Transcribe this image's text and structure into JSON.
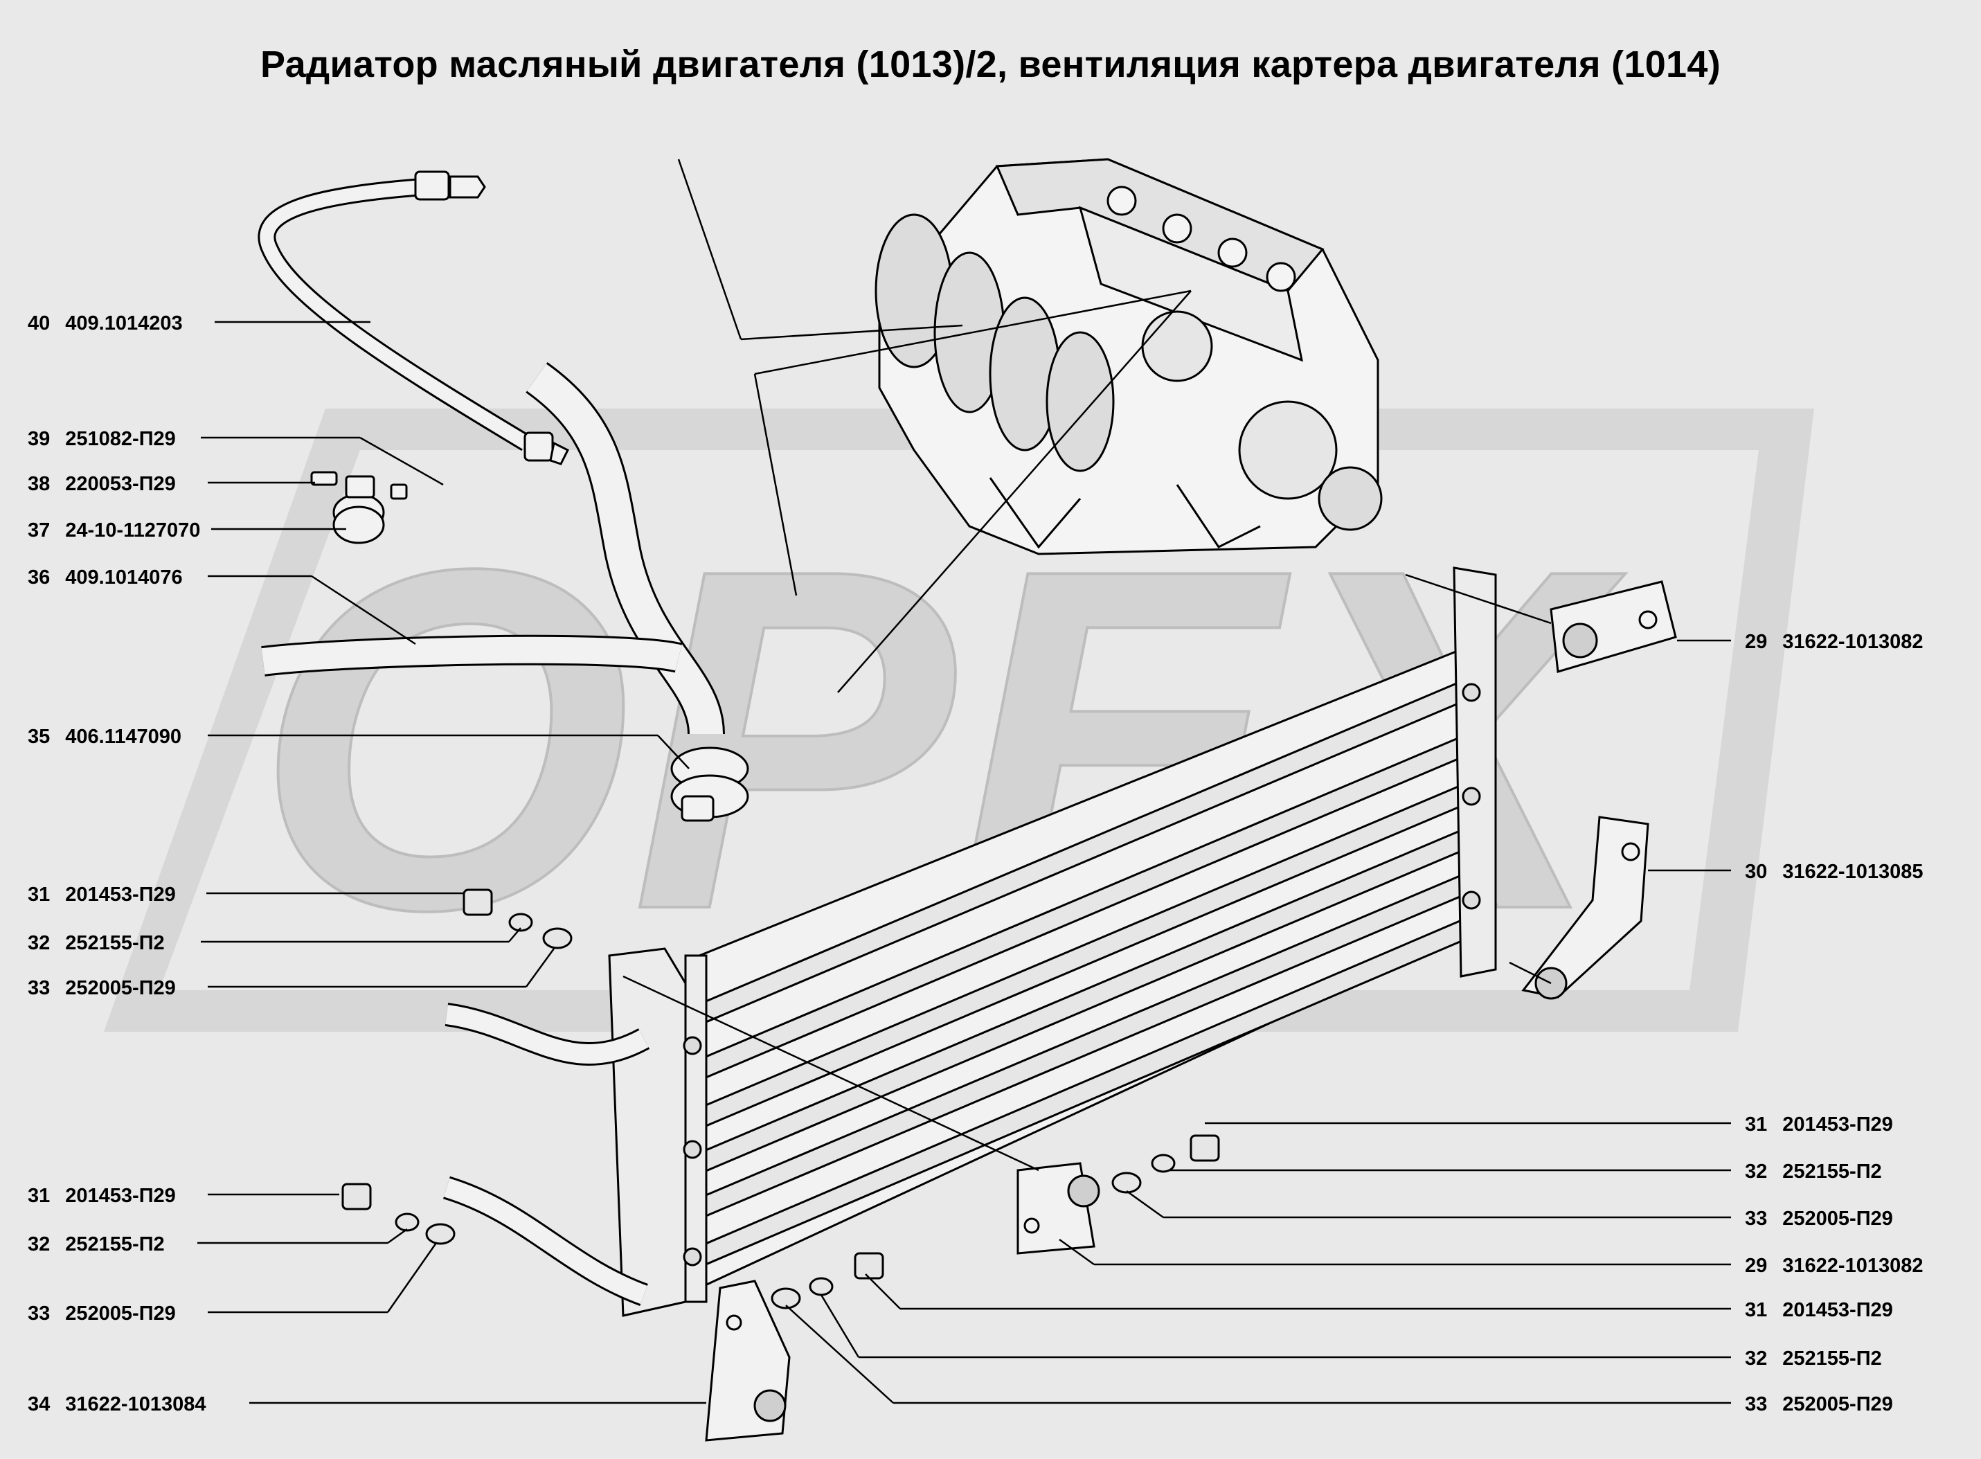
{
  "title": "Радиатор масляный двигателя (1013)/2, вентиляция картера двигателя (1014)",
  "watermark": "ОРЕХ",
  "colors": {
    "background": "#e9e9e9",
    "watermark": "#d6d6d6",
    "ink": "#000000"
  },
  "left_labels": [
    {
      "num": "40",
      "code": "409.1014203"
    },
    {
      "num": "39",
      "code": "251082-П29"
    },
    {
      "num": "38",
      "code": "220053-П29"
    },
    {
      "num": "37",
      "code": "24-10-1127070"
    },
    {
      "num": "36",
      "code": "409.1014076"
    },
    {
      "num": "35",
      "code": "406.1147090"
    },
    {
      "num": "31",
      "code": "201453-П29"
    },
    {
      "num": "32",
      "code": "252155-П2"
    },
    {
      "num": "33",
      "code": "252005-П29"
    },
    {
      "num": "31",
      "code": "201453-П29"
    },
    {
      "num": "32",
      "code": "252155-П2"
    },
    {
      "num": "33",
      "code": "252005-П29"
    },
    {
      "num": "34",
      "code": "31622-1013084"
    }
  ],
  "right_labels": [
    {
      "num": "29",
      "code": "31622-1013082"
    },
    {
      "num": "30",
      "code": "31622-1013085"
    },
    {
      "num": "31",
      "code": "201453-П29"
    },
    {
      "num": "32",
      "code": "252155-П2"
    },
    {
      "num": "33",
      "code": "252005-П29"
    },
    {
      "num": "29",
      "code": "31622-1013082"
    },
    {
      "num": "31",
      "code": "201453-П29"
    },
    {
      "num": "32",
      "code": "252155-П2"
    },
    {
      "num": "33",
      "code": "252005-П29"
    }
  ]
}
